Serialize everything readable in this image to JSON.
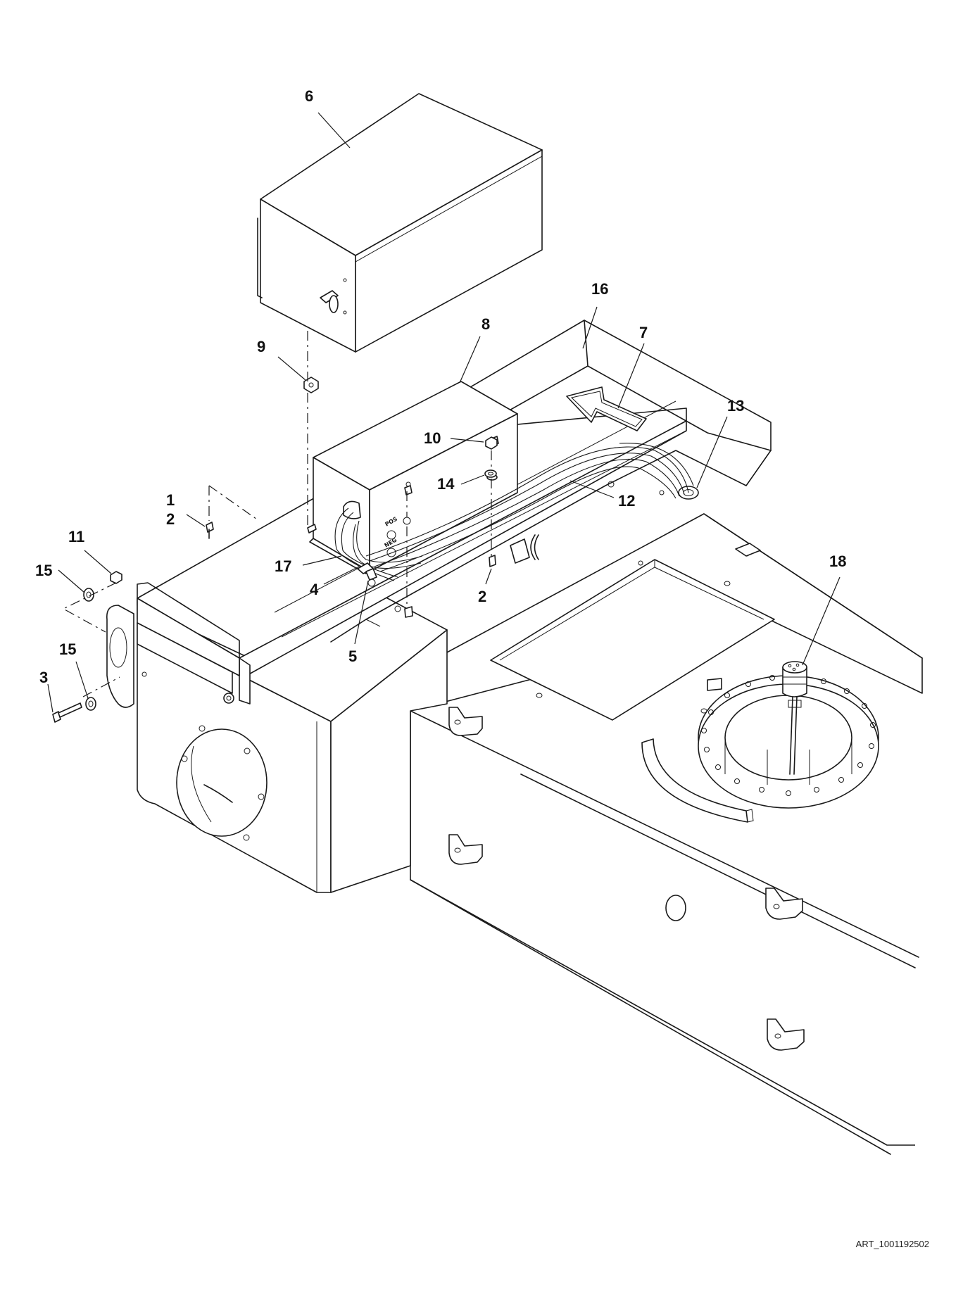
{
  "figure": {
    "art_id": "ART_1001192502",
    "box_labels": {
      "pos": "POS",
      "neg": "NEG"
    },
    "callouts": {
      "c1": "1",
      "c2a": "2",
      "c2b": "2",
      "c3": "3",
      "c4": "4",
      "c5": "5",
      "c6": "6",
      "c7": "7",
      "c8": "8",
      "c9": "9",
      "c10": "10",
      "c11": "11",
      "c12": "12",
      "c13": "13",
      "c14": "14",
      "c15a": "15",
      "c15b": "15",
      "c16": "16",
      "c17": "17",
      "c18": "18"
    }
  }
}
